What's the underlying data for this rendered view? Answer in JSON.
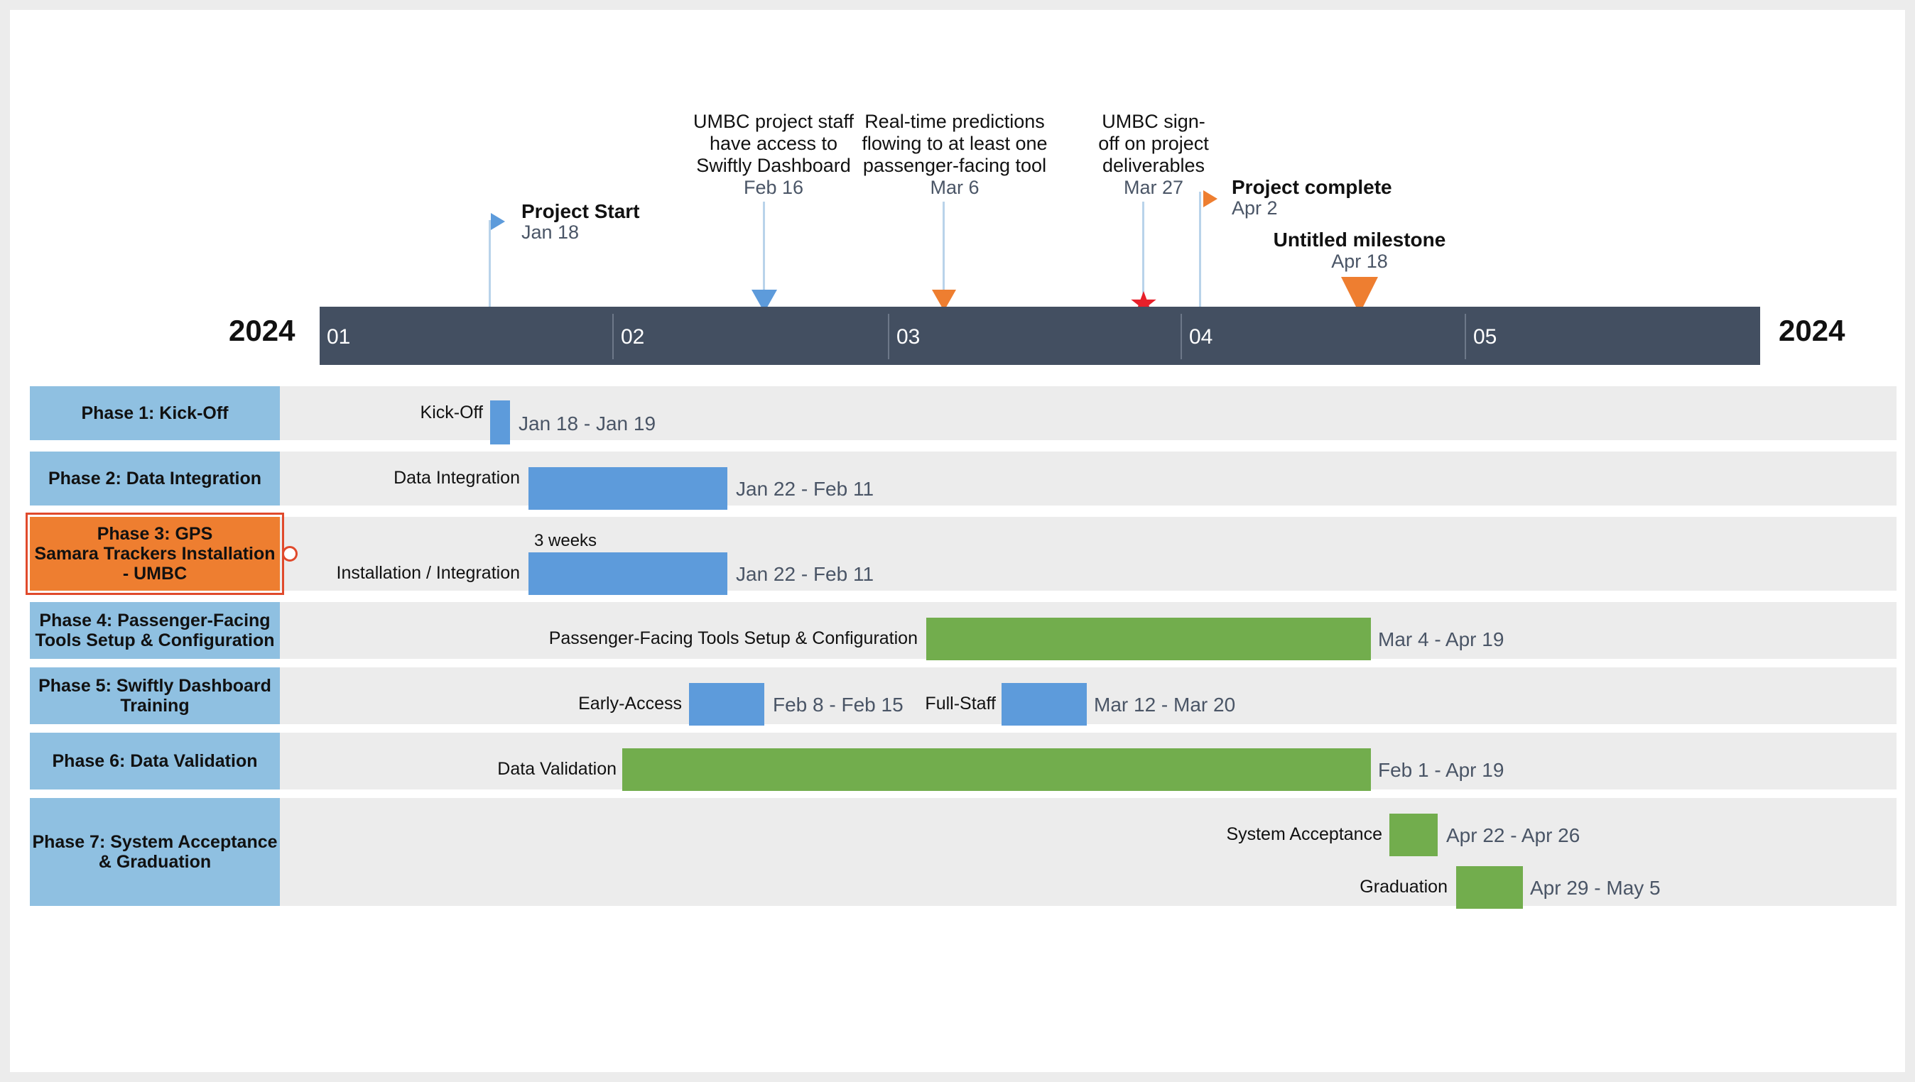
{
  "timeline": {
    "year_start": "2024",
    "year_end": "2024",
    "months": [
      "01",
      "02",
      "03",
      "04",
      "05"
    ]
  },
  "milestones": {
    "project_start": {
      "title": "Project Start",
      "date": "Jan 18"
    },
    "dashboard_access": {
      "title_line1": "UMBC project staff",
      "title_line2": "have access to",
      "title_line3": "Swiftly Dashboard",
      "date": "Feb 16"
    },
    "realtime_predictions": {
      "title_line1": "Real-time predictions",
      "title_line2": "flowing to at least one",
      "title_line3": "passenger-facing tool",
      "date": "Mar 6"
    },
    "umbc_signoff": {
      "title_line1": "UMBC sign-",
      "title_line2": "off on project",
      "title_line3": "deliverables",
      "date": "Mar 27"
    },
    "project_complete": {
      "title": "Project complete",
      "date": "Apr 2"
    },
    "untitled": {
      "title": "Untitled milestone",
      "date": "Apr 18"
    }
  },
  "phases": {
    "p1": {
      "label": "Phase 1: Kick-Off"
    },
    "p2": {
      "label": "Phase 2: Data Integration"
    },
    "p3": {
      "label_line1": "Phase 3: GPS",
      "label_line2": "Samara Trackers Installation",
      "label_line3": "- UMBC"
    },
    "p4": {
      "label_line1": "Phase 4: Passenger-Facing",
      "label_line2": "Tools Setup & Configuration"
    },
    "p5": {
      "label_line1": "Phase 5: Swiftly Dashboard",
      "label_line2": "Training"
    },
    "p6": {
      "label": "Phase 6: Data Validation"
    },
    "p7": {
      "label_line1": "Phase 7: System Acceptance",
      "label_line2": "& Graduation"
    }
  },
  "tasks": {
    "kickoff": {
      "name": "Kick-Off",
      "dates": "Jan 18 - Jan 19"
    },
    "data_integration": {
      "name": "Data Integration",
      "dates": "Jan 22 - Feb 11"
    },
    "installation": {
      "name": "Installation / Integration",
      "dates": "Jan 22 - Feb 11",
      "duration": "3 weeks"
    },
    "passenger_tools": {
      "name": "Passenger-Facing Tools Setup & Configuration",
      "dates": "Mar 4 - Apr 19"
    },
    "early_access": {
      "name": "Early-Access",
      "dates": "Feb 8 - Feb 15"
    },
    "full_staff": {
      "name": "Full-Staff",
      "dates": "Mar 12 - Mar 20"
    },
    "data_validation": {
      "name": "Data Validation",
      "dates": "Feb 1 - Apr 19"
    },
    "system_acceptance": {
      "name": "System Acceptance",
      "dates": "Apr 22 - Apr 26"
    },
    "graduation": {
      "name": "Graduation",
      "dates": "Apr 29 - May 5"
    }
  },
  "colors": {
    "axis": "#434f61",
    "phase_box": "#8fc0e1",
    "phase_selected": "#ee7e30",
    "bar_blue": "#5d9bdb",
    "bar_green": "#72ad4d",
    "milestone_blue": "#5d9bdb",
    "milestone_orange": "#ee7e30",
    "milestone_star": "#e8202a"
  }
}
